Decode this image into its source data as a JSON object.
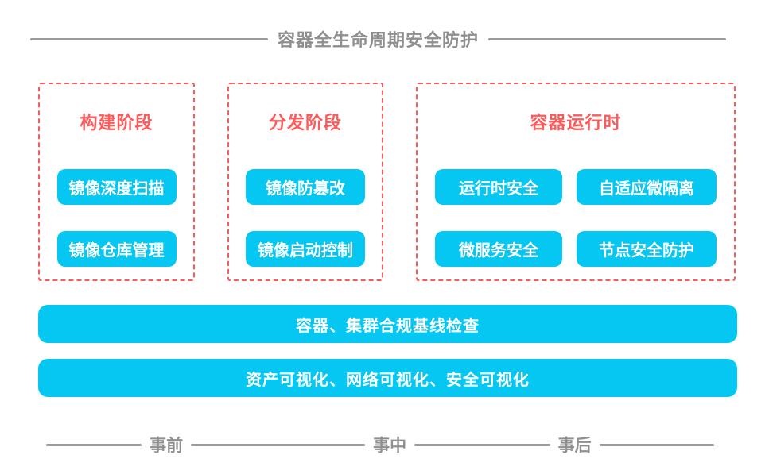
{
  "title": "容器全生命周期安全防护",
  "colors": {
    "accent_cyan": "#05c7f2",
    "accent_red": "#fb5b5b",
    "text_gray": "#8f8f8f"
  },
  "phases": [
    {
      "name": "构建阶段",
      "items": [
        "镜像深度扫描",
        "镜像仓库管理"
      ]
    },
    {
      "name": "分发阶段",
      "items": [
        "镜像防篡改",
        "镜像启动控制"
      ]
    },
    {
      "name": "容器运行时",
      "items": [
        "运行时安全",
        "自适应微隔离",
        "微服务安全",
        "节点安全防护"
      ]
    }
  ],
  "cross_phase_bars": [
    "容器、集群合规基线检查",
    "资产可视化、网络可视化、安全可视化"
  ],
  "timeline": [
    "事前",
    "事中",
    "事后"
  ]
}
